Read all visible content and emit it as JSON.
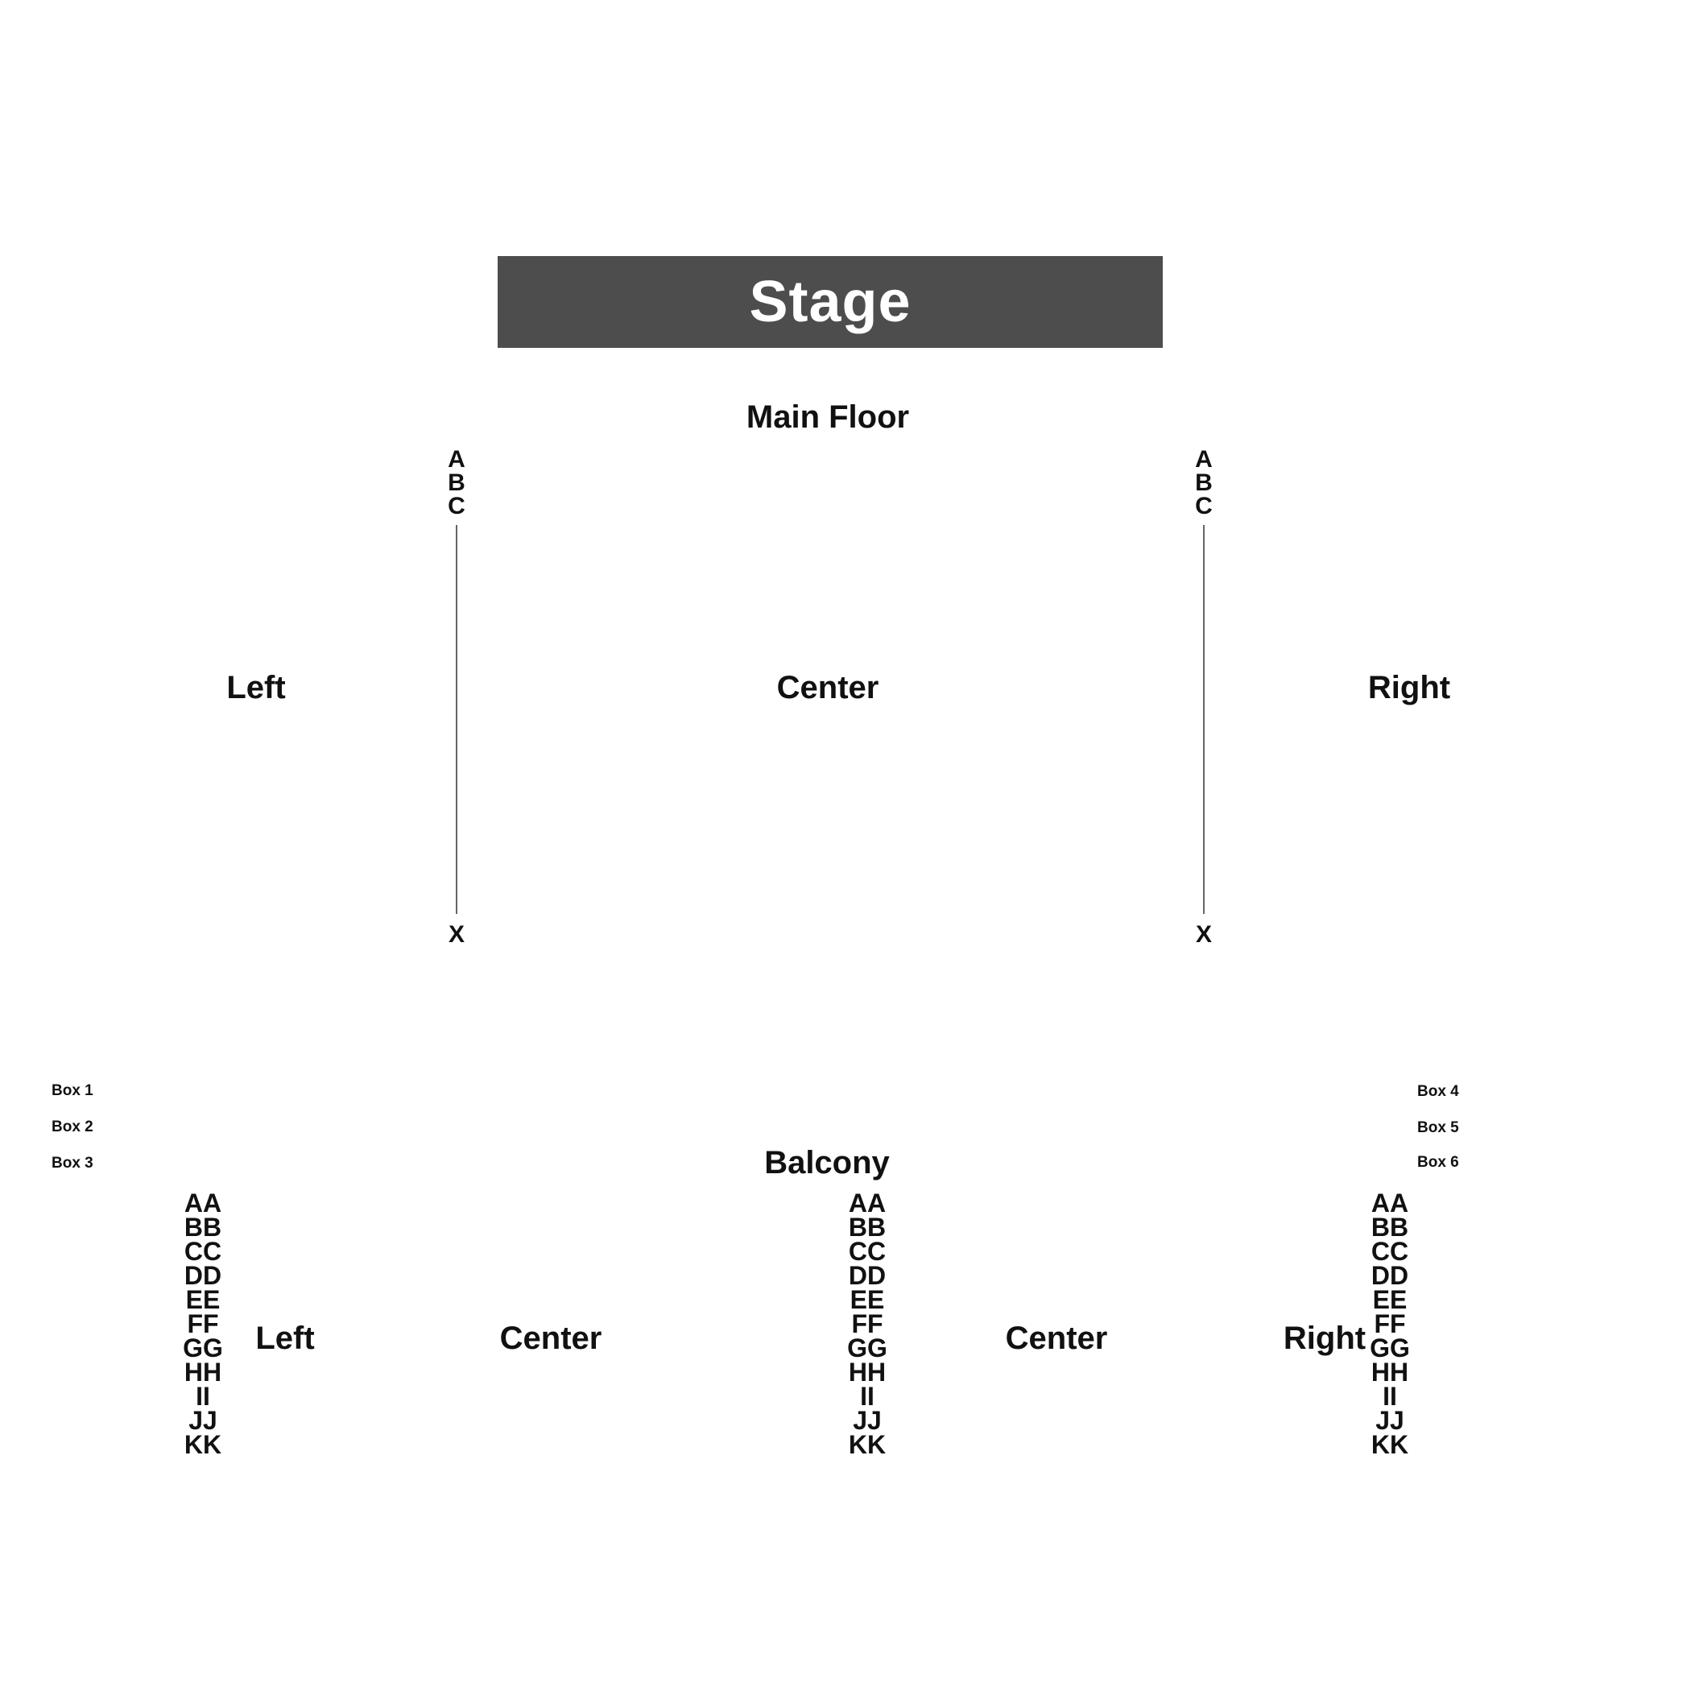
{
  "colors": {
    "stage_fill": "#4d4d4d",
    "stage_text": "#ffffff",
    "text": "#111111",
    "divider": "#666666"
  },
  "stage": {
    "label": "Stage"
  },
  "main_floor": {
    "title": "Main Floor",
    "zones": {
      "left": "Left",
      "center": "Center",
      "right": "Right"
    },
    "aisle_rows_top": [
      "A",
      "B",
      "C"
    ],
    "aisle_row_last": "X"
  },
  "balcony": {
    "title": "Balcony",
    "zones": {
      "left": "Left",
      "center_left": "Center",
      "center_right": "Center",
      "right": "Right"
    },
    "rows": [
      "AA",
      "BB",
      "CC",
      "DD",
      "EE",
      "FF",
      "GG",
      "HH",
      "II",
      "JJ",
      "KK"
    ],
    "boxes_left": [
      "Box 1",
      "Box 2",
      "Box 3"
    ],
    "boxes_right": [
      "Box 4",
      "Box 5",
      "Box 6"
    ]
  }
}
